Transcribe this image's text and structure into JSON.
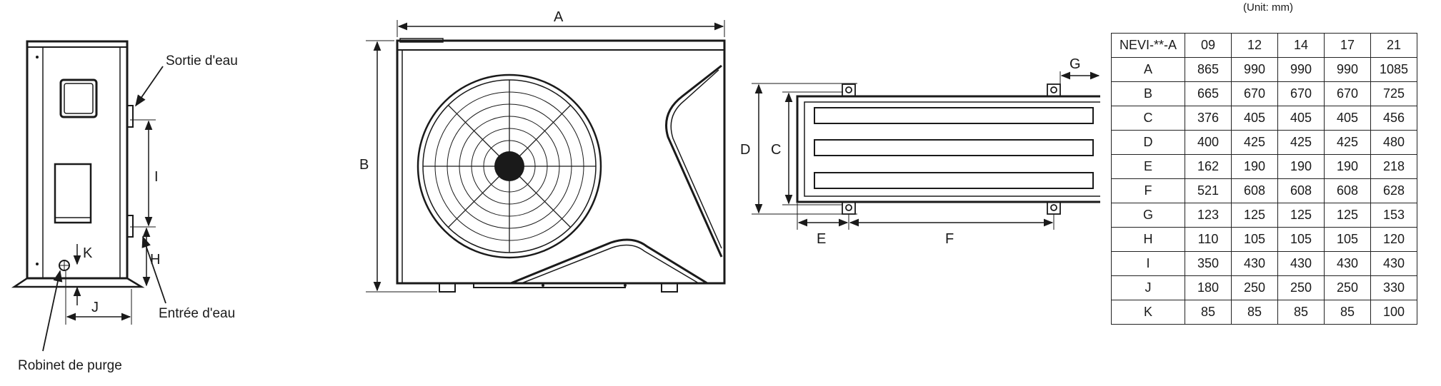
{
  "labels": {
    "sortie": "Sortie d'eau",
    "entree": "Entrée d'eau",
    "robinet": "Robinet de purge",
    "A": "A",
    "B": "B",
    "C": "C",
    "D": "D",
    "E": "E",
    "F": "F",
    "G": "G",
    "H": "H",
    "I": "I",
    "J": "J",
    "K": "K"
  },
  "unit_note": "(Unit: mm)",
  "table": {
    "header": [
      "NEVI-**-A",
      "09",
      "12",
      "14",
      "17",
      "21"
    ],
    "rows": [
      [
        "A",
        "865",
        "990",
        "990",
        "990",
        "1085"
      ],
      [
        "B",
        "665",
        "670",
        "670",
        "670",
        "725"
      ],
      [
        "C",
        "376",
        "405",
        "405",
        "405",
        "456"
      ],
      [
        "D",
        "400",
        "425",
        "425",
        "425",
        "480"
      ],
      [
        "E",
        "162",
        "190",
        "190",
        "190",
        "218"
      ],
      [
        "F",
        "521",
        "608",
        "608",
        "608",
        "628"
      ],
      [
        "G",
        "123",
        "125",
        "125",
        "125",
        "153"
      ],
      [
        "H",
        "110",
        "105",
        "105",
        "105",
        "120"
      ],
      [
        "I",
        "350",
        "430",
        "430",
        "430",
        "430"
      ],
      [
        "J",
        "180",
        "250",
        "250",
        "250",
        "330"
      ],
      [
        "K",
        "85",
        "85",
        "85",
        "85",
        "100"
      ]
    ]
  }
}
